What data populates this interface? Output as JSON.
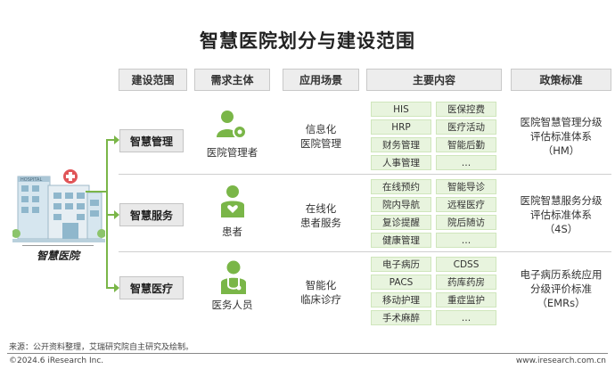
{
  "title": "智慧医院划分与建设范围",
  "headers": [
    "建设范围",
    "需求主体",
    "应用场景",
    "主要内容",
    "政策标准"
  ],
  "hospital": {
    "sign": "HOSPITAL",
    "label": "智慧医院"
  },
  "rows": [
    {
      "label": "智慧管理",
      "role": "医院管理者",
      "icon": "admin-gear-icon",
      "scene": [
        "信息化",
        "医院管理"
      ],
      "content": [
        [
          "HIS",
          "医保控费"
        ],
        [
          "HRP",
          "医疗活动"
        ],
        [
          "财务管理",
          "智能后勤"
        ],
        [
          "人事管理",
          "…"
        ]
      ],
      "policy": [
        "医院智慧管理分级",
        "评估标准体系",
        "（HM）"
      ]
    },
    {
      "label": "智慧服务",
      "role": "患者",
      "icon": "patient-heart-icon",
      "scene": [
        "在线化",
        "患者服务"
      ],
      "content": [
        [
          "在线预约",
          "智能导诊"
        ],
        [
          "院内导航",
          "远程医疗"
        ],
        [
          "复诊提醒",
          "院后随访"
        ],
        [
          "健康管理",
          "…"
        ]
      ],
      "policy": [
        "医院智慧服务分级",
        "评估标准体系",
        "（4S）"
      ]
    },
    {
      "label": "智慧医疗",
      "role": "医务人员",
      "icon": "doctor-stethoscope-icon",
      "scene": [
        "智能化",
        "临床诊疗"
      ],
      "content": [
        [
          "电子病历",
          "CDSS"
        ],
        [
          "PACS",
          "药库药房"
        ],
        [
          "移动护理",
          "重症监护"
        ],
        [
          "手术麻醉",
          "…"
        ]
      ],
      "policy": [
        "电子病历系统应用",
        "分级评价标准",
        "（EMRs）"
      ]
    }
  ],
  "footer": {
    "source": "来源：公开资料整理，艾瑞研究院自主研究及绘制。",
    "copyright": "©2024.6 iResearch Inc.",
    "website": "www.iresearch.com.cn"
  },
  "colors": {
    "accent": "#7ab648",
    "cell_bg": "#e8f4de",
    "header_bg": "#ededed"
  }
}
